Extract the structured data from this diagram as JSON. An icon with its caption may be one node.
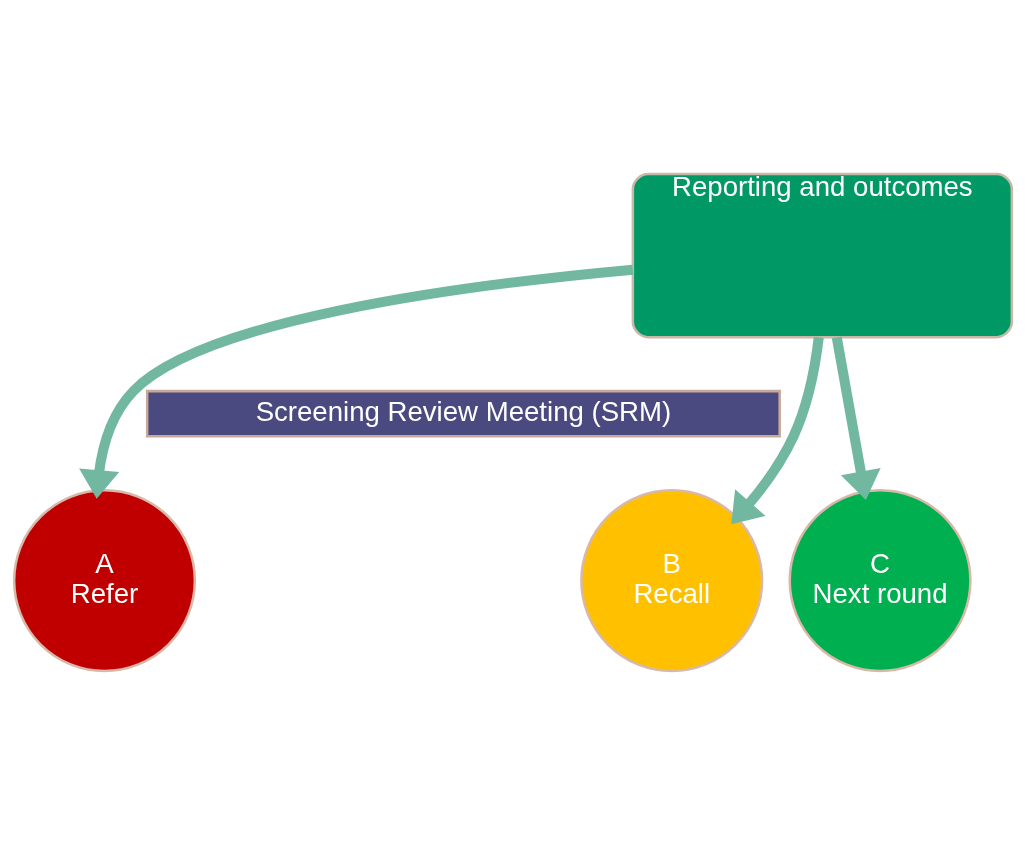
{
  "diagram": {
    "nodes": [
      {
        "text": [
          "Reporting and outcomes"
        ]
      },
      {
        "text": [
          "Screening Review Meeting (SRM)"
        ]
      },
      {
        "text": [
          "A",
          "Refer"
        ]
      },
      {
        "text": [
          "B",
          "Recall"
        ]
      },
      {
        "text": [
          "C",
          "Next round"
        ]
      }
    ],
    "edges": [
      {
        "from": 0,
        "to": 2,
        "arrow": "to"
      },
      {
        "from": 0,
        "to": 3,
        "arrow": "to"
      },
      {
        "from": 0,
        "to": 4,
        "arrow": "to"
      }
    ]
  }
}
